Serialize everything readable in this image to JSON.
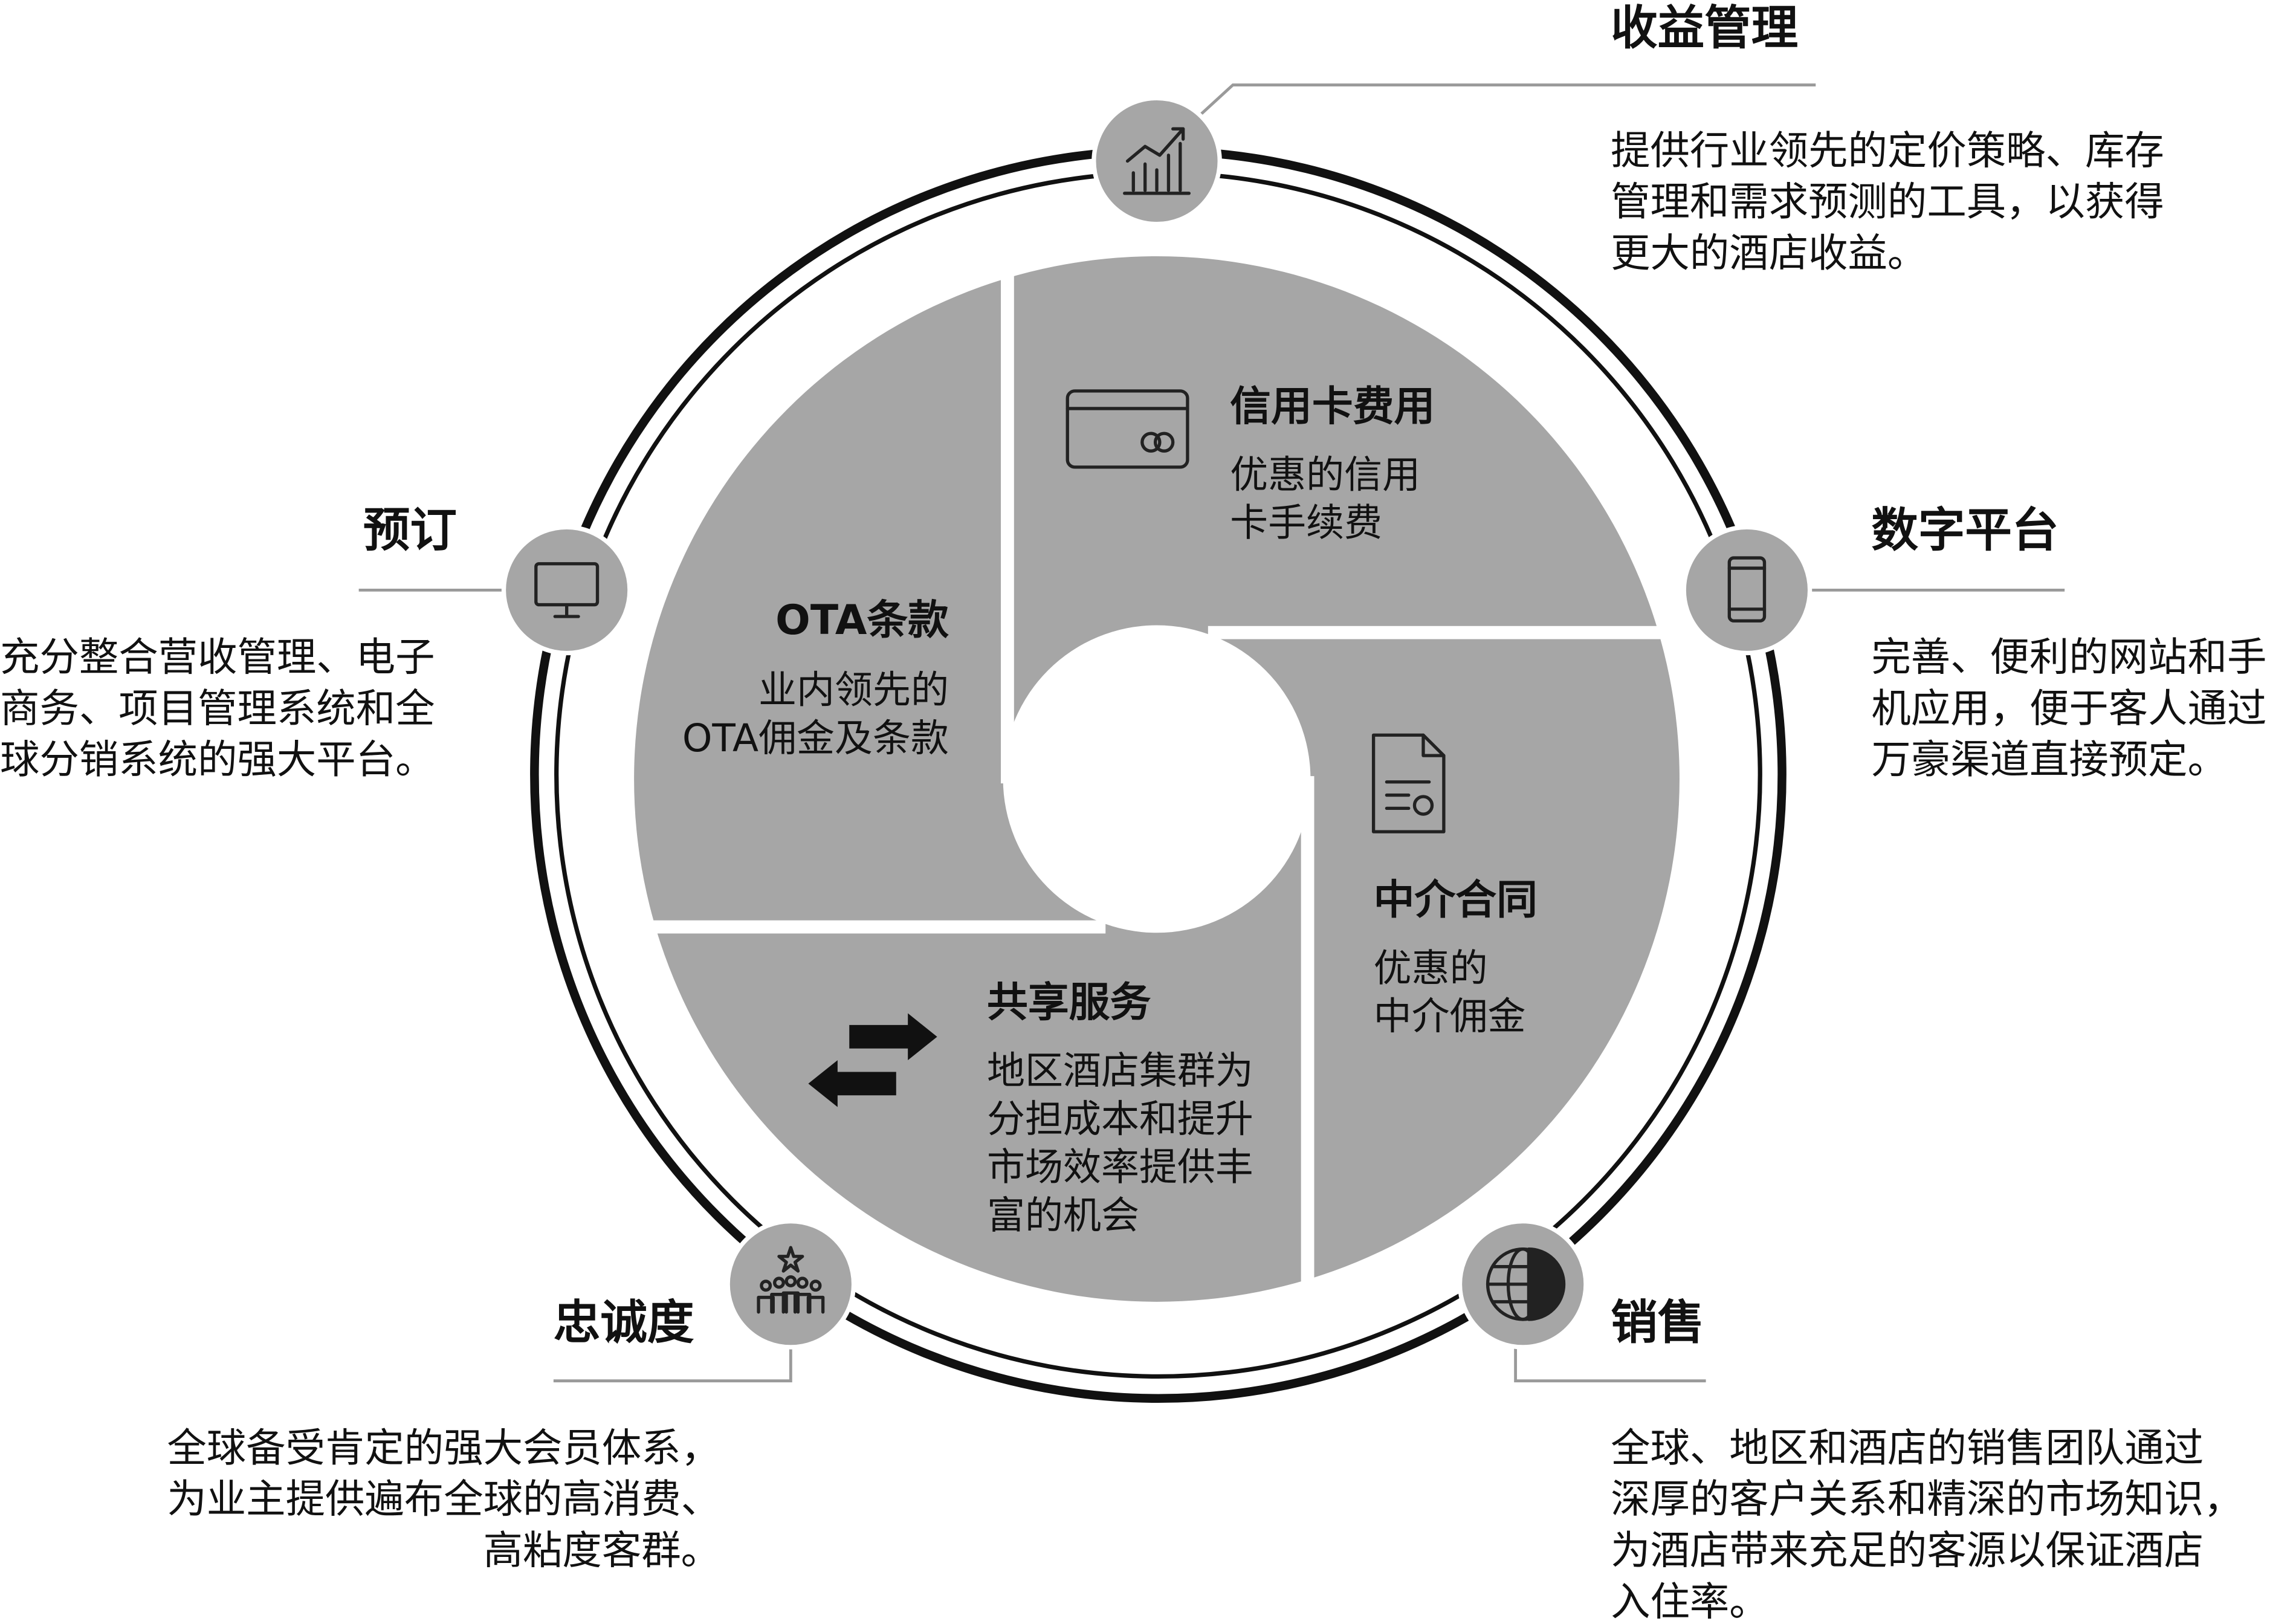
{
  "colors": {
    "segment": "#a6a6a6",
    "ring": "#111111",
    "leader": "#9a9a9a"
  },
  "outer": {
    "revenue": {
      "title": "收益管理",
      "lines": [
        "提供行业领先的定价策略、库存",
        "管理和需求预测的工具，以获得",
        "更大的酒店收益。"
      ],
      "icon": "chart-growth-icon"
    },
    "digital": {
      "title": "数字平台",
      "lines": [
        "完善、便利的网站和手",
        "机应用，便于客人通过",
        "万豪渠道直接预定。"
      ],
      "icon": "smartphone-icon"
    },
    "sales": {
      "title": "销售",
      "lines": [
        "全球、地区和酒店的销售团队通过",
        "深厚的客户关系和精深的市场知识，",
        "为酒店带来充足的客源以保证酒店",
        "入住率。"
      ],
      "icon": "globe-person-icon"
    },
    "loyalty": {
      "title": "忠诚度",
      "lines": [
        "全球备受肯定的强大会员体系，",
        "为业主提供遍布全球的高消费、",
        "高粘度客群。"
      ],
      "icon": "group-star-icon"
    },
    "booking": {
      "title": "预订",
      "lines": [
        "充分整合营收管理、电子",
        "商务、项目管理系统和全",
        "球分销系统的强大平台。"
      ],
      "icon": "monitor-icon"
    }
  },
  "inner": {
    "credit": {
      "title": "信用卡费用",
      "lines": [
        "优惠的信用",
        "卡手续费"
      ],
      "icon": "credit-card-icon"
    },
    "agency": {
      "title": "中介合同",
      "lines": [
        "优惠的",
        "中介佣金"
      ],
      "icon": "document-icon"
    },
    "shared": {
      "title": "共享服务",
      "lines": [
        "地区酒店集群为",
        "分担成本和提升",
        "市场效率提供丰",
        "富的机会"
      ],
      "icon": "exchange-arrows-icon"
    },
    "ota": {
      "title": "OTA条款",
      "lines": [
        "业内领先的",
        "OTA佣金及条款"
      ]
    }
  }
}
